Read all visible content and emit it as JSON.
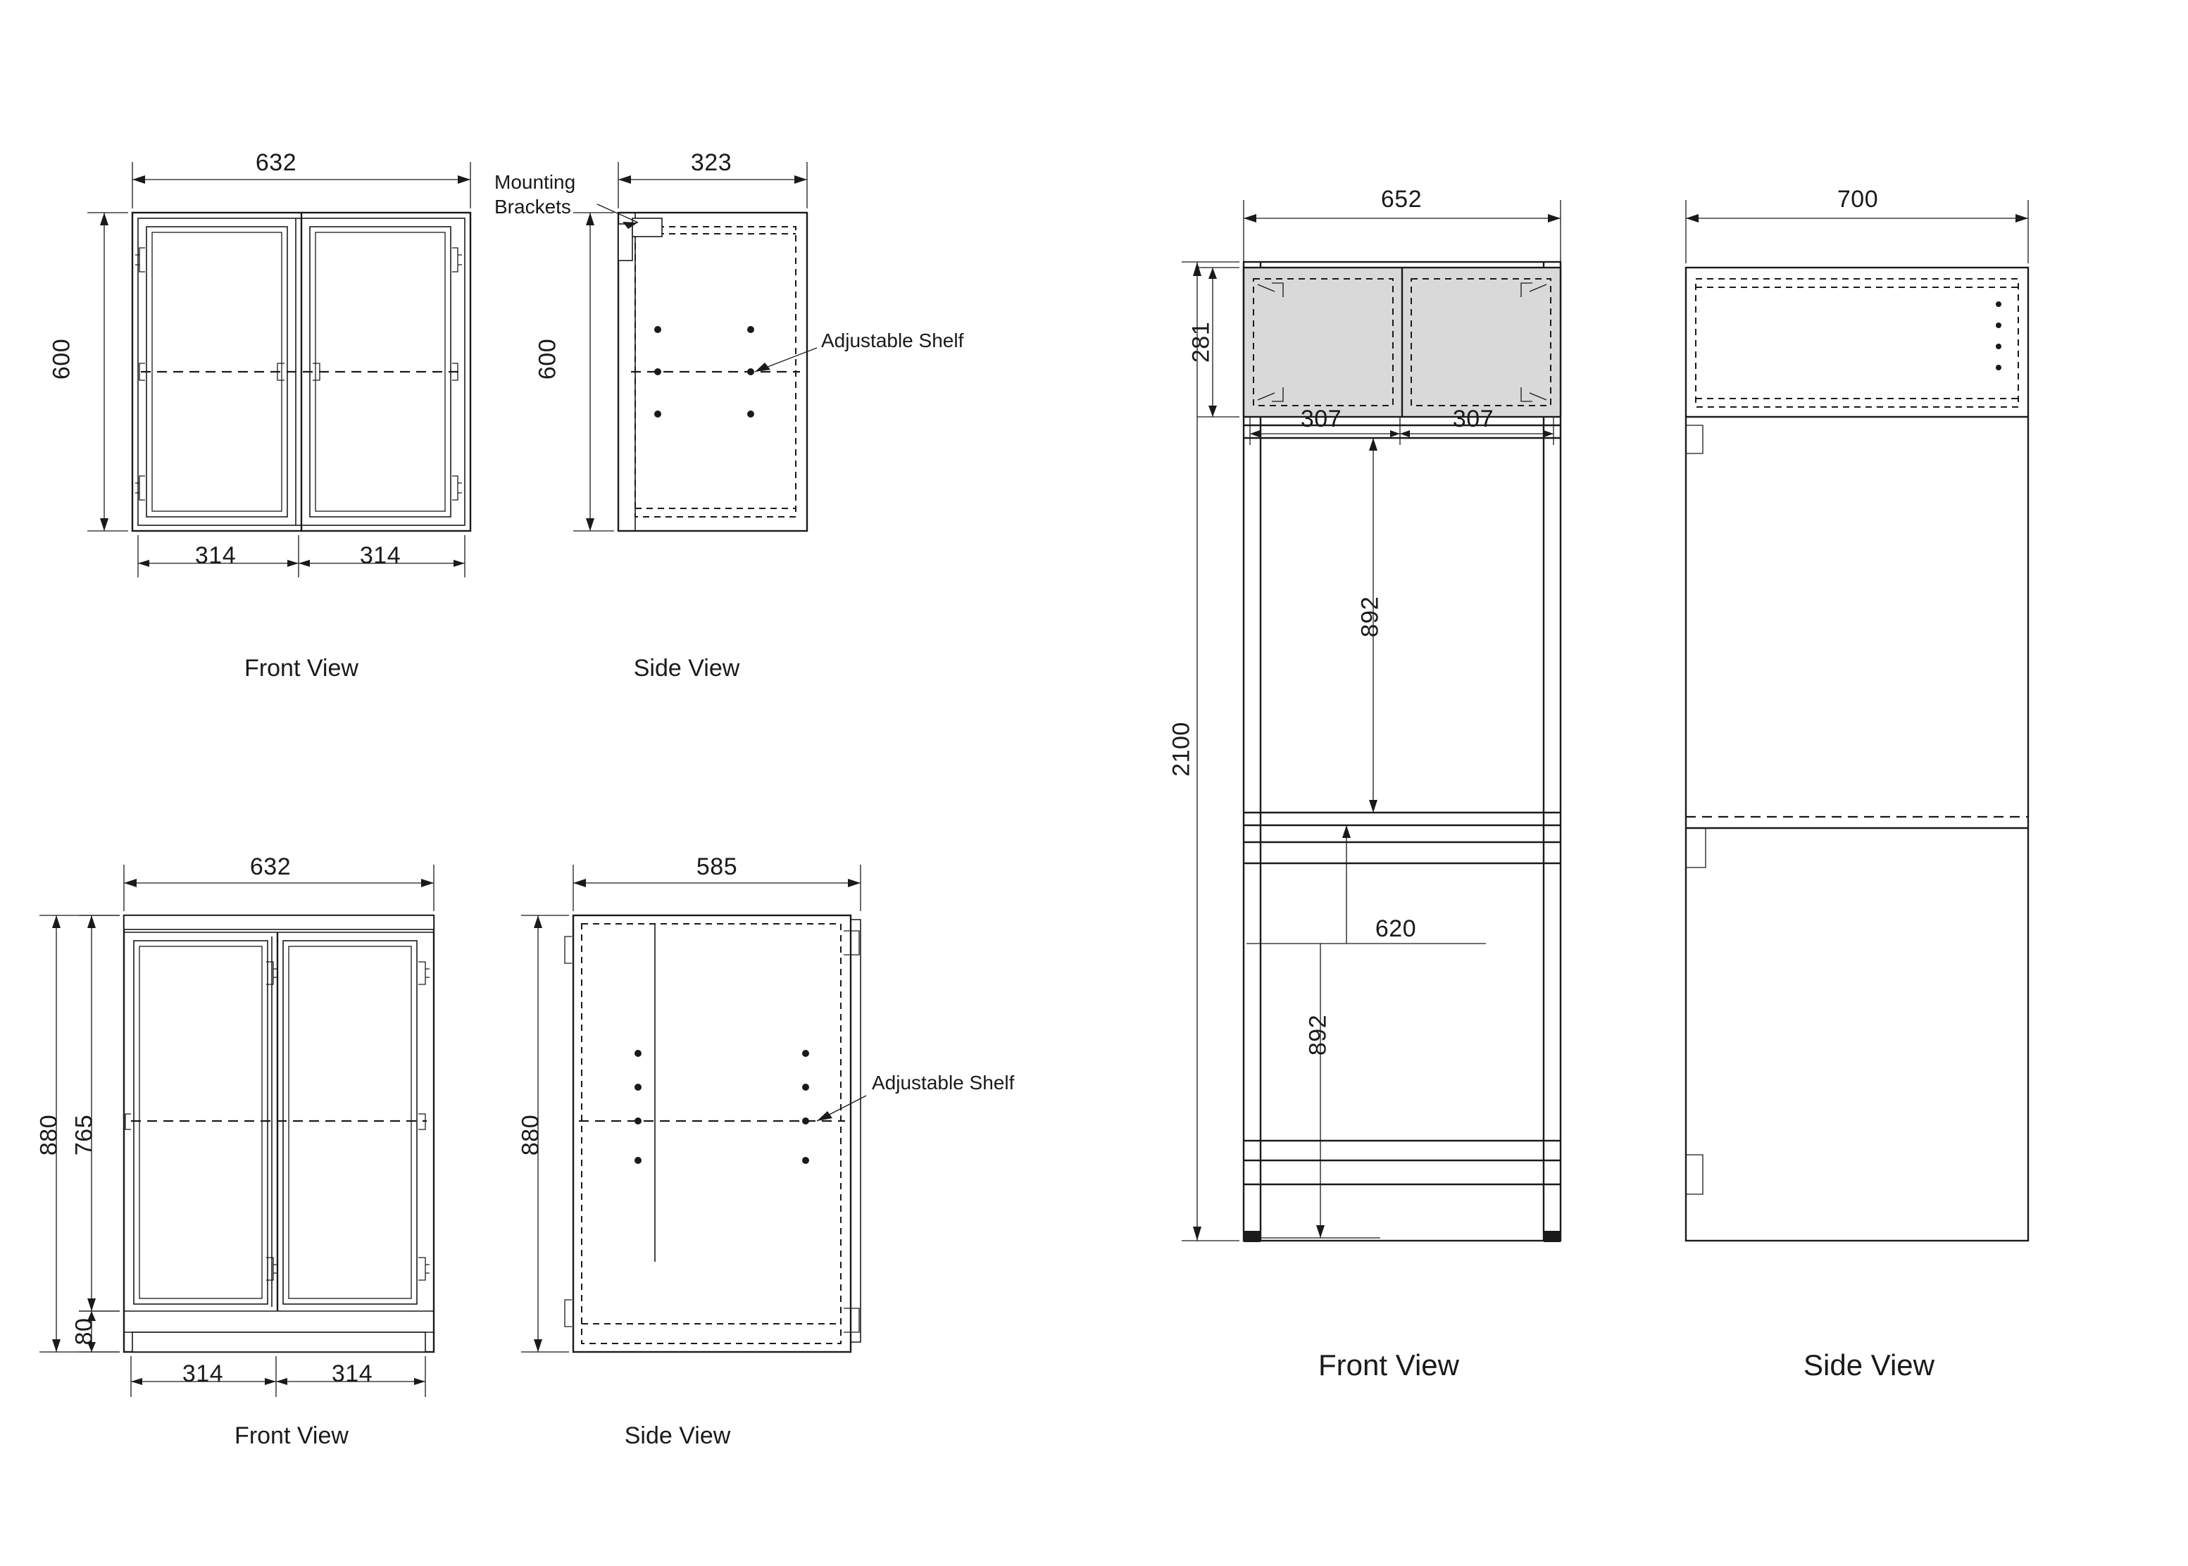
{
  "diagram": {
    "title": "Cabinet assembly dimension drawings",
    "units": "mm",
    "views": [
      {
        "id": "wall-cabinet-front",
        "label": "Front View",
        "dims": {
          "width": "632",
          "height": "600",
          "door_left": "314",
          "door_right": "314"
        }
      },
      {
        "id": "wall-cabinet-side",
        "label": "Side View",
        "dims": {
          "depth": "323",
          "height": "600"
        },
        "callouts": {
          "brackets": "Mounting\nBrackets",
          "brackets_line1": "Mounting",
          "brackets_line2": "Brackets",
          "shelf": "Adjustable Shelf"
        }
      },
      {
        "id": "base-cabinet-front",
        "label": "Front View",
        "dims": {
          "width": "632",
          "height": "880",
          "body_height": "765",
          "plinth": "80",
          "door_left": "314",
          "door_right": "314"
        }
      },
      {
        "id": "base-cabinet-side",
        "label": "Side View",
        "dims": {
          "depth": "585",
          "height": "880"
        },
        "callouts": {
          "shelf": "Adjustable Shelf"
        }
      },
      {
        "id": "tall-cabinet-front",
        "label": "Front View",
        "dims": {
          "width": "652",
          "total_height": "2100",
          "top_box_height": "281",
          "top_door_left": "307",
          "top_door_right": "307",
          "upper_opening": "892",
          "mid_opening": "620",
          "lower_opening": "892"
        }
      },
      {
        "id": "tall-cabinet-side",
        "label": "Side View",
        "dims": {
          "depth": "700"
        }
      }
    ]
  },
  "labels": {
    "w632_a": "632",
    "h600": "600",
    "d323": "323",
    "h600b": "600",
    "d314_a": "314",
    "d314_b": "314",
    "front_view_1": "Front View",
    "side_view_1": "Side View",
    "mounting_1": "Mounting",
    "mounting_2": "Brackets",
    "adj_shelf_1": "Adjustable Shelf",
    "w632_b": "632",
    "d585": "585",
    "h880_a": "880",
    "h765": "765",
    "h80": "80",
    "h880_b": "880",
    "d314_c": "314",
    "d314_d": "314",
    "front_view_2": "Front View",
    "side_view_2": "Side View",
    "adj_shelf_2": "Adjustable Shelf",
    "w652": "652",
    "d700": "700",
    "h281": "281",
    "h2100": "2100",
    "d307_a": "307",
    "d307_b": "307",
    "h892_a": "892",
    "h620": "620",
    "h892_b": "892",
    "front_view_3": "Front View",
    "side_view_3": "Side View"
  },
  "colors": {
    "line": "#1a1a1a",
    "background": "#ffffff",
    "panel_fill": "#d9d9d9"
  }
}
